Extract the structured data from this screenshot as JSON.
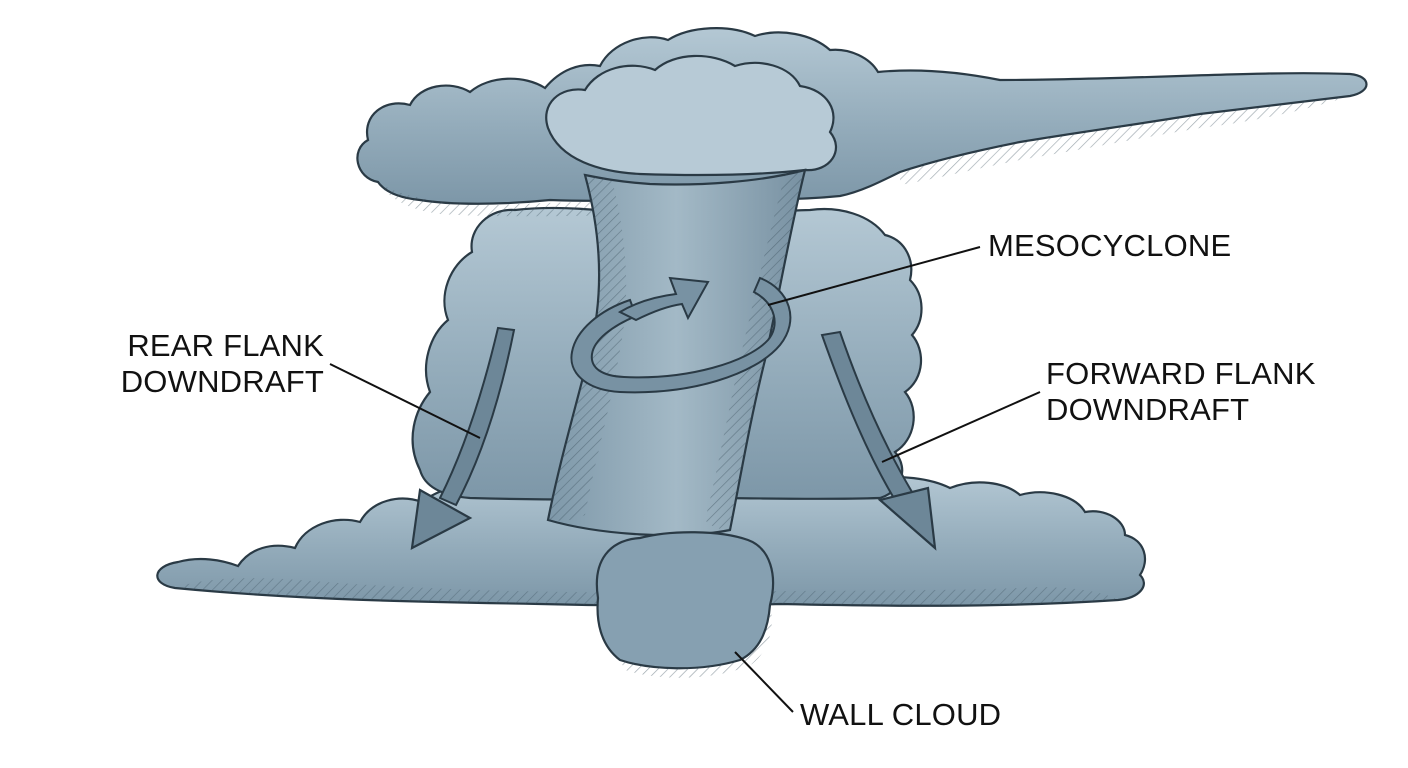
{
  "diagram": {
    "labels": {
      "mesocyclone": "MESOCYCLONE",
      "rear_flank_line1": "REAR FLANK",
      "rear_flank_line2": "DOWNDRAFT",
      "forward_flank_line1": "FORWARD FLANK",
      "forward_flank_line2": "DOWNDRAFT",
      "wall_cloud": "WALL CLOUD"
    },
    "colors": {
      "background": "#ffffff",
      "cloud_light": "#a9bfcc",
      "cloud_mid": "#8aa3b3",
      "cloud_dark": "#5f7a8c",
      "outline": "#2a3a45",
      "arrow": "#6d8798",
      "label_text": "#111111"
    },
    "icons": [
      "updraft-arrow-icon",
      "rotation-arrow-icon",
      "downdraft-arrow-icon"
    ]
  }
}
